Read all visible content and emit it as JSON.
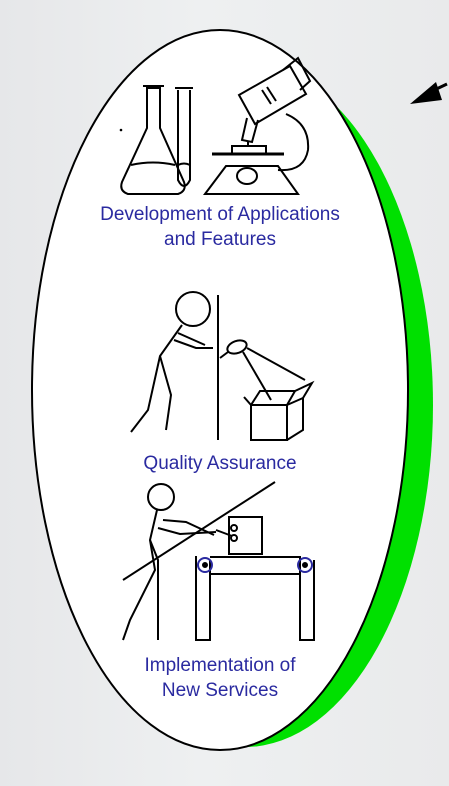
{
  "sections": [
    {
      "label_lines": [
        "Development of Applications",
        "and Features"
      ],
      "icon": "lab-flask-microscope-icon"
    },
    {
      "label_lines": [
        "Quality Assurance"
      ],
      "icon": "inspector-magnifier-box-icon"
    },
    {
      "label_lines": [
        "Implementation of",
        "New Services"
      ],
      "icon": "worker-conveyor-icon"
    }
  ],
  "colors": {
    "label_text": "#2a2aa0",
    "shadow": "#00e000",
    "oval_fill": "#ffffff",
    "outline": "#000000"
  },
  "arrow_icon": "arrow-pointer-icon"
}
